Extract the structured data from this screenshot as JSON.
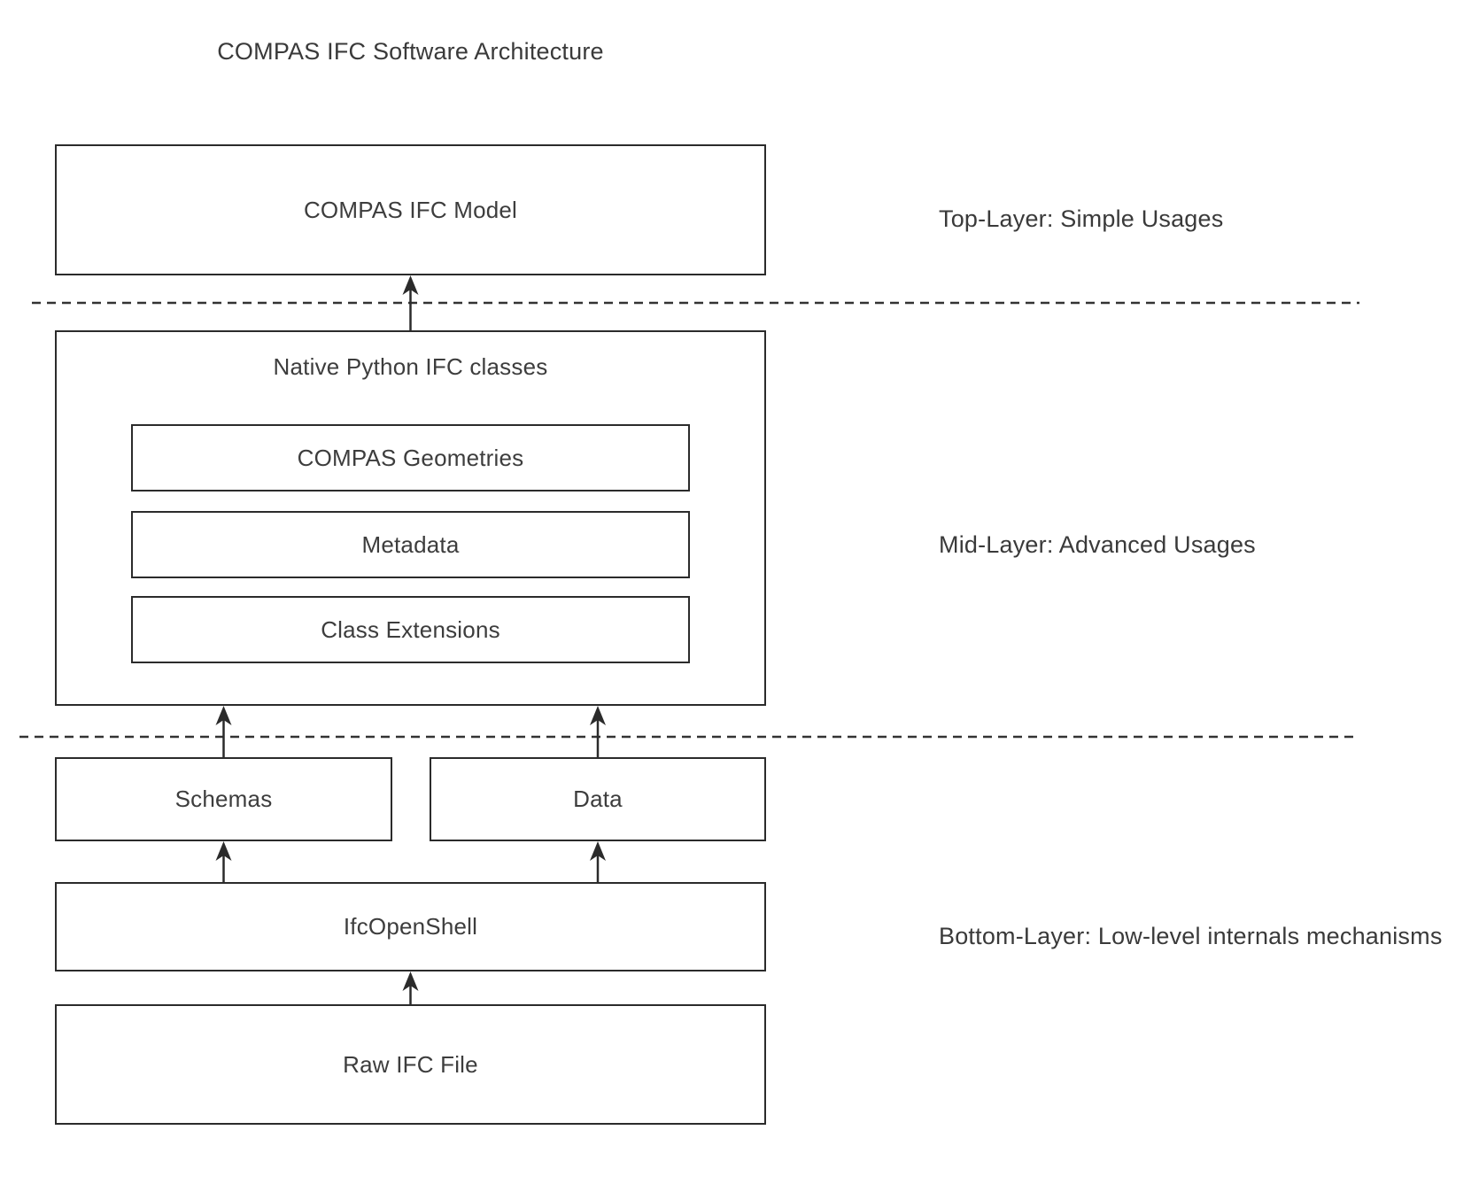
{
  "title": "COMPAS IFC Software Architecture",
  "diagram": {
    "nodes": {
      "compas_ifc_model": "COMPAS IFC Model",
      "native_python_ifc_classes": "Native Python IFC classes",
      "compas_geometries": "COMPAS Geometries",
      "metadata": "Metadata",
      "class_extensions": "Class Extensions",
      "schemas": "Schemas",
      "data": "Data",
      "ifcopenshell": "IfcOpenShell",
      "raw_ifc_file": "Raw IFC File"
    },
    "layer_labels": {
      "top": "Top-Layer: Simple Usages",
      "mid": "Mid-Layer: Advanced Usages",
      "bottom": "Bottom-Layer: Low-level internals mechanisms"
    },
    "edges": [
      {
        "from": "raw_ifc_file",
        "to": "ifcopenshell"
      },
      {
        "from": "ifcopenshell",
        "to": "schemas"
      },
      {
        "from": "ifcopenshell",
        "to": "data"
      },
      {
        "from": "schemas",
        "to": "native_python_ifc_classes"
      },
      {
        "from": "data",
        "to": "native_python_ifc_classes"
      },
      {
        "from": "native_python_ifc_classes",
        "to": "compas_ifc_model"
      }
    ],
    "colors": {
      "stroke": "#2b2b2b",
      "dashed_line": "#333333",
      "text": "#3a3a3a",
      "background": "#ffffff"
    }
  }
}
